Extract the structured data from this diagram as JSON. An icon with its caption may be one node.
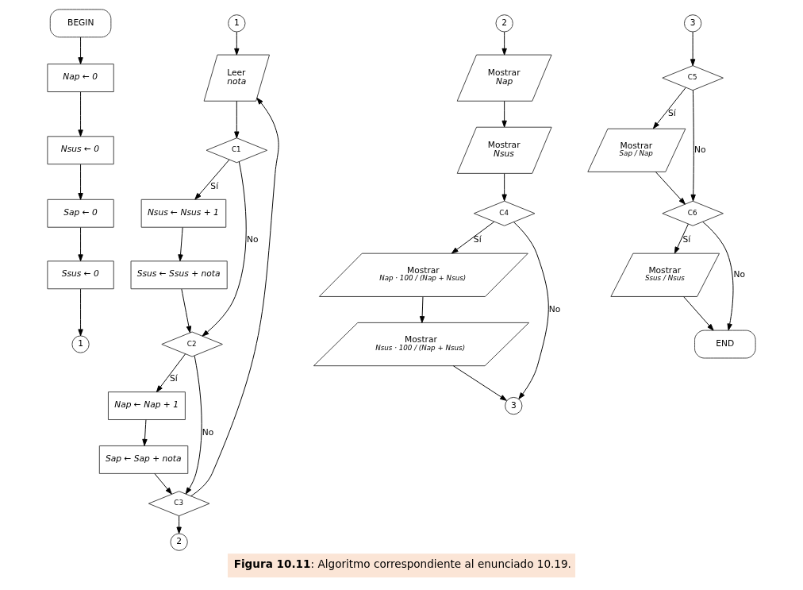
{
  "diagram": {
    "caption": "**Figura 10.11**: Algoritmo correspondiente al enunciado 10.19.",
    "nodes": [
      {
        "text": [
          "BEGIN"
        ]
      },
      {
        "text": [
          "Nap ← 0"
        ]
      },
      {
        "text": [
          "Nsus ← 0"
        ]
      },
      {
        "text": [
          "Sap ← 0"
        ]
      },
      {
        "text": [
          "Ssus ← 0"
        ]
      },
      {
        "text": [
          "1"
        ]
      },
      {
        "text": [
          "1"
        ]
      },
      {
        "text": [
          "Leer",
          "nota"
        ]
      },
      {
        "text": [
          "C1"
        ]
      },
      {
        "text": [
          "Nsus ← Nsus + 1"
        ]
      },
      {
        "text": [
          "Ssus ← Ssus + nota"
        ]
      },
      {
        "text": [
          "C2"
        ]
      },
      {
        "text": [
          "Nap ← Nap + 1"
        ]
      },
      {
        "text": [
          "Sap ← Sap + nota"
        ]
      },
      {
        "text": [
          "C3"
        ]
      },
      {
        "text": [
          "2"
        ]
      },
      {
        "text": [
          "2"
        ]
      },
      {
        "text": [
          "Mostrar",
          "Nap"
        ]
      },
      {
        "text": [
          "Mostrar",
          "Nsus"
        ]
      },
      {
        "text": [
          "C4"
        ]
      },
      {
        "text": [
          "Mostrar",
          "Nap · 100 / (Nap + Nsus)"
        ]
      },
      {
        "text": [
          "Mostrar",
          "Nsus · 100 / (Nap + Nsus)"
        ]
      },
      {
        "text": [
          "3"
        ]
      },
      {
        "text": [
          "3"
        ]
      },
      {
        "text": [
          "C5"
        ]
      },
      {
        "text": [
          "Mostrar",
          "Sap / Nap"
        ]
      },
      {
        "text": [
          "C6"
        ]
      },
      {
        "text": [
          "Mostrar",
          "Ssus / Nsus"
        ]
      },
      {
        "text": [
          "END"
        ]
      }
    ],
    "edges": [
      {
        "from": 0,
        "to": 1,
        "arrow": "to"
      },
      {
        "from": 1,
        "to": 2,
        "arrow": "to"
      },
      {
        "from": 2,
        "to": 3,
        "arrow": "to"
      },
      {
        "from": 3,
        "to": 4,
        "arrow": "to"
      },
      {
        "from": 4,
        "to": 5,
        "arrow": "to"
      },
      {
        "from": 6,
        "to": 7,
        "arrow": "to"
      },
      {
        "from": 7,
        "to": 8,
        "arrow": "to"
      },
      {
        "from": 8,
        "to": 9,
        "arrow": "to",
        "label": "Sí"
      },
      {
        "from": 8,
        "to": 11,
        "arrow": "to",
        "label": "No"
      },
      {
        "from": 9,
        "to": 10,
        "arrow": "to"
      },
      {
        "from": 10,
        "to": 11,
        "arrow": "to"
      },
      {
        "from": 11,
        "to": 12,
        "arrow": "to",
        "label": "Sí"
      },
      {
        "from": 11,
        "to": 14,
        "arrow": "to",
        "label": "No"
      },
      {
        "from": 12,
        "to": 13,
        "arrow": "to"
      },
      {
        "from": 13,
        "to": 14,
        "arrow": "to"
      },
      {
        "from": 14,
        "to": 7,
        "arrow": "to"
      },
      {
        "from": 14,
        "to": 15,
        "arrow": "to"
      },
      {
        "from": 16,
        "to": 17,
        "arrow": "to"
      },
      {
        "from": 17,
        "to": 18,
        "arrow": "to"
      },
      {
        "from": 18,
        "to": 19,
        "arrow": "to"
      },
      {
        "from": 19,
        "to": 20,
        "arrow": "to",
        "label": "Sí"
      },
      {
        "from": 19,
        "to": 22,
        "arrow": "to",
        "label": "No"
      },
      {
        "from": 20,
        "to": 21,
        "arrow": "to"
      },
      {
        "from": 21,
        "to": 22,
        "arrow": "to"
      },
      {
        "from": 23,
        "to": 24,
        "arrow": "to"
      },
      {
        "from": 24,
        "to": 25,
        "arrow": "to",
        "label": "Sí"
      },
      {
        "from": 24,
        "to": 26,
        "arrow": "to",
        "label": "No"
      },
      {
        "from": 25,
        "to": 26,
        "arrow": "to"
      },
      {
        "from": 26,
        "to": 27,
        "arrow": "to",
        "label": "Sí"
      },
      {
        "from": 26,
        "to": 28,
        "arrow": "to",
        "label": "No"
      },
      {
        "from": 27,
        "to": 28,
        "arrow": "to"
      }
    ]
  }
}
